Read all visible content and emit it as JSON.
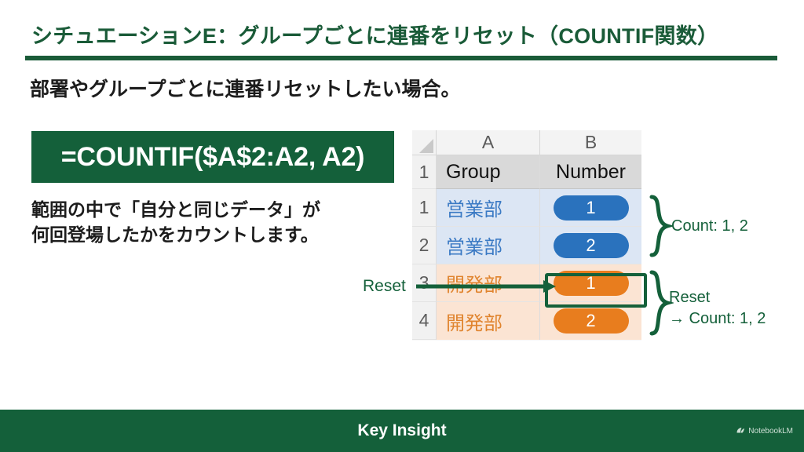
{
  "slide": {
    "title": "シチュエーションE：グループごとに連番をリセット（COUNTIF関数）",
    "subtitle": "部署やグループごとに連番リセットしたい場合。",
    "accent_color": "#14603a",
    "title_color": "#1a5b38"
  },
  "formula": {
    "text": "=COUNTIF($A$2:A2, A2)",
    "box_color": "#14603a",
    "text_color": "#ffffff"
  },
  "description": {
    "line1": "範囲の中で「自分と同じデータ」が",
    "line2": "何回登場したかをカウントします。"
  },
  "spreadsheet": {
    "column_letters": [
      "A",
      "B"
    ],
    "headers": [
      "Group",
      "Number"
    ],
    "header_row_number": "1",
    "rows": [
      {
        "row_number": "1",
        "group": "営業部",
        "number": "1",
        "group_color": "#3b7ac4",
        "fill": "#dce6f4",
        "pill_color": "#2a72bd",
        "highlighted": false
      },
      {
        "row_number": "2",
        "group": "営業部",
        "number": "2",
        "group_color": "#3b7ac4",
        "fill": "#dce6f4",
        "pill_color": "#2a72bd",
        "highlighted": false
      },
      {
        "row_number": "3",
        "group": "開発部",
        "number": "1",
        "group_color": "#e0842e",
        "fill": "#fbe4d3",
        "pill_color": "#e87d1e",
        "highlighted": true
      },
      {
        "row_number": "4",
        "group": "開発部",
        "number": "2",
        "group_color": "#e0842e",
        "fill": "#fbe4d3",
        "pill_color": "#e87d1e",
        "highlighted": false
      }
    ]
  },
  "annotations": {
    "reset_label": "Reset",
    "brace_top_text": "Count: 1, 2",
    "brace_bottom_line1": "Reset",
    "brace_bottom_line2": "→ Count: 1, 2",
    "color": "#14603a"
  },
  "footer": {
    "text": "Key Insight",
    "background": "#14603a",
    "watermark": "NotebookLM",
    "watermark_icon": "notebooklm-logo-icon"
  }
}
